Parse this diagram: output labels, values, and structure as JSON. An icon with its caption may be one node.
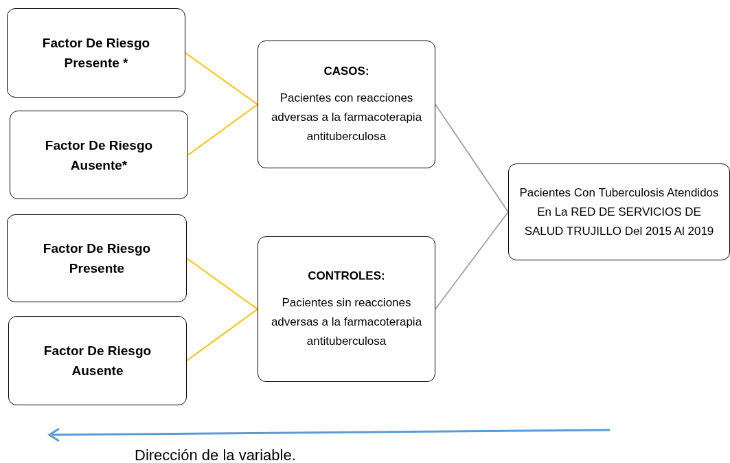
{
  "diagram": {
    "nodes": [
      {
        "text": [
          "Factor De Riesgo Presente *"
        ]
      },
      {
        "text": [
          "Factor De Riesgo Ausente*"
        ]
      },
      {
        "text": [
          "Factor De Riesgo Presente"
        ]
      },
      {
        "text": [
          "Factor De Riesgo Ausente"
        ]
      },
      {
        "text": [
          "CASOS:",
          "Pacientes con reacciones adversas a la farmacoterapia antituberculosa"
        ]
      },
      {
        "text": [
          "CONTROLES:",
          "Pacientes sin reacciones adversas a la farmacoterapia antituberculosa"
        ]
      },
      {
        "text": [
          "Pacientes Con Tuberculosis Atendidos En La RED DE SERVICIOS DE SALUD TRUJILLO Del 2015 Al 2019"
        ]
      }
    ],
    "edges": [
      {
        "from": 0,
        "to": 4,
        "arrow": "none"
      },
      {
        "from": 1,
        "to": 4,
        "arrow": "none"
      },
      {
        "from": 2,
        "to": 5,
        "arrow": "none"
      },
      {
        "from": 3,
        "to": 5,
        "arrow": "none"
      },
      {
        "from": 6,
        "to": 4,
        "arrow": "none",
        "color": "#a6a6a6"
      },
      {
        "from": 6,
        "to": 5,
        "arrow": "none",
        "color": "#a6a6a6"
      }
    ],
    "labels": [
      "Dirección de la variable."
    ]
  }
}
